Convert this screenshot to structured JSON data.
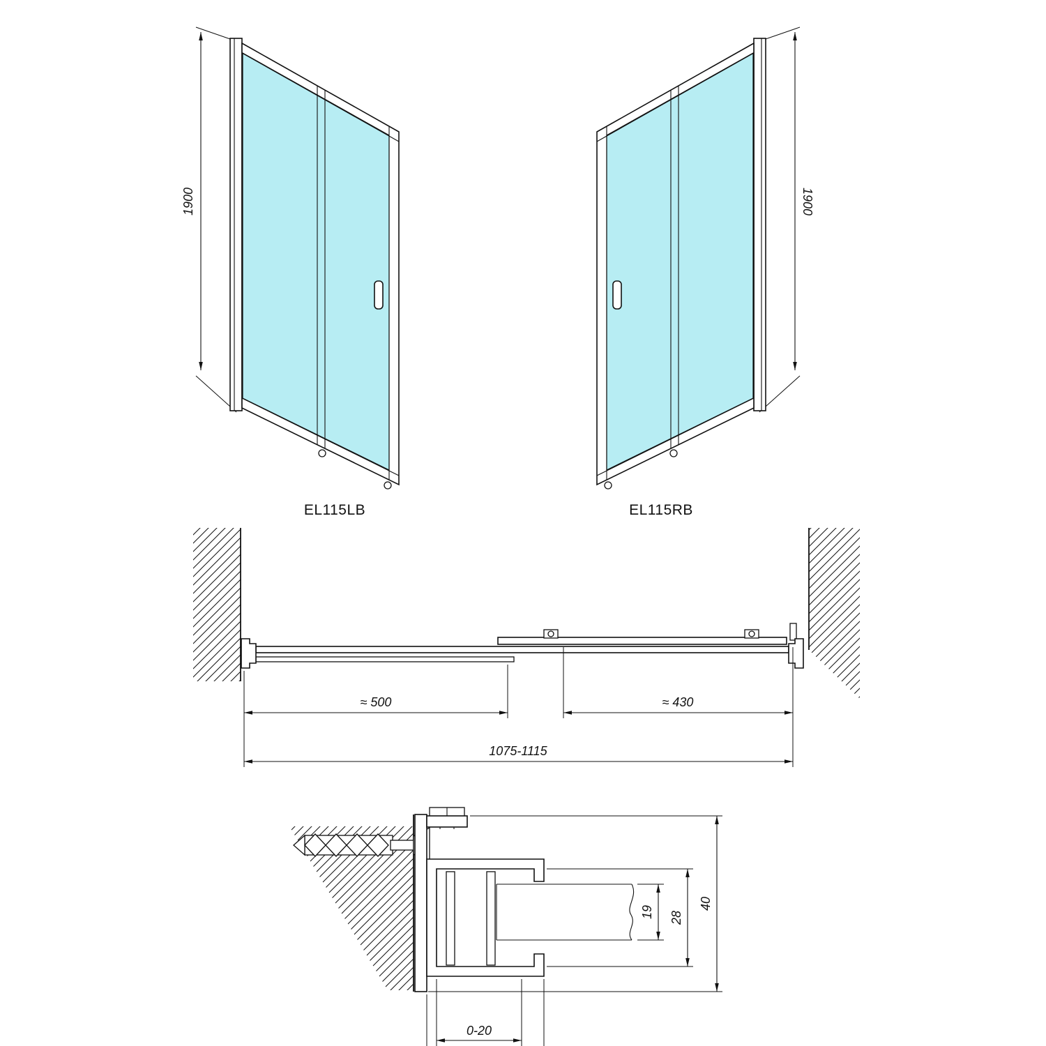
{
  "drawing": {
    "background_color": "#ffffff",
    "line_color": "#111111",
    "glass_color": "#b7edf3"
  },
  "front_views": {
    "left_door": {
      "model_label": "EL115LB",
      "height_dimension": "1900"
    },
    "right_door": {
      "model_label": "EL115RB",
      "height_dimension": "1900"
    }
  },
  "plan_view": {
    "fixed_segment_dimension": "≈ 500",
    "sliding_segment_dimension": "≈ 430",
    "overall_width_dimension": "1075-1115"
  },
  "section_detail": {
    "adjustment_dimension": "0-20",
    "profile_width_dimension": "40",
    "glass_pocket_dimension": "19",
    "channel_dimension": "28",
    "profile_depth_dimension": "40"
  }
}
